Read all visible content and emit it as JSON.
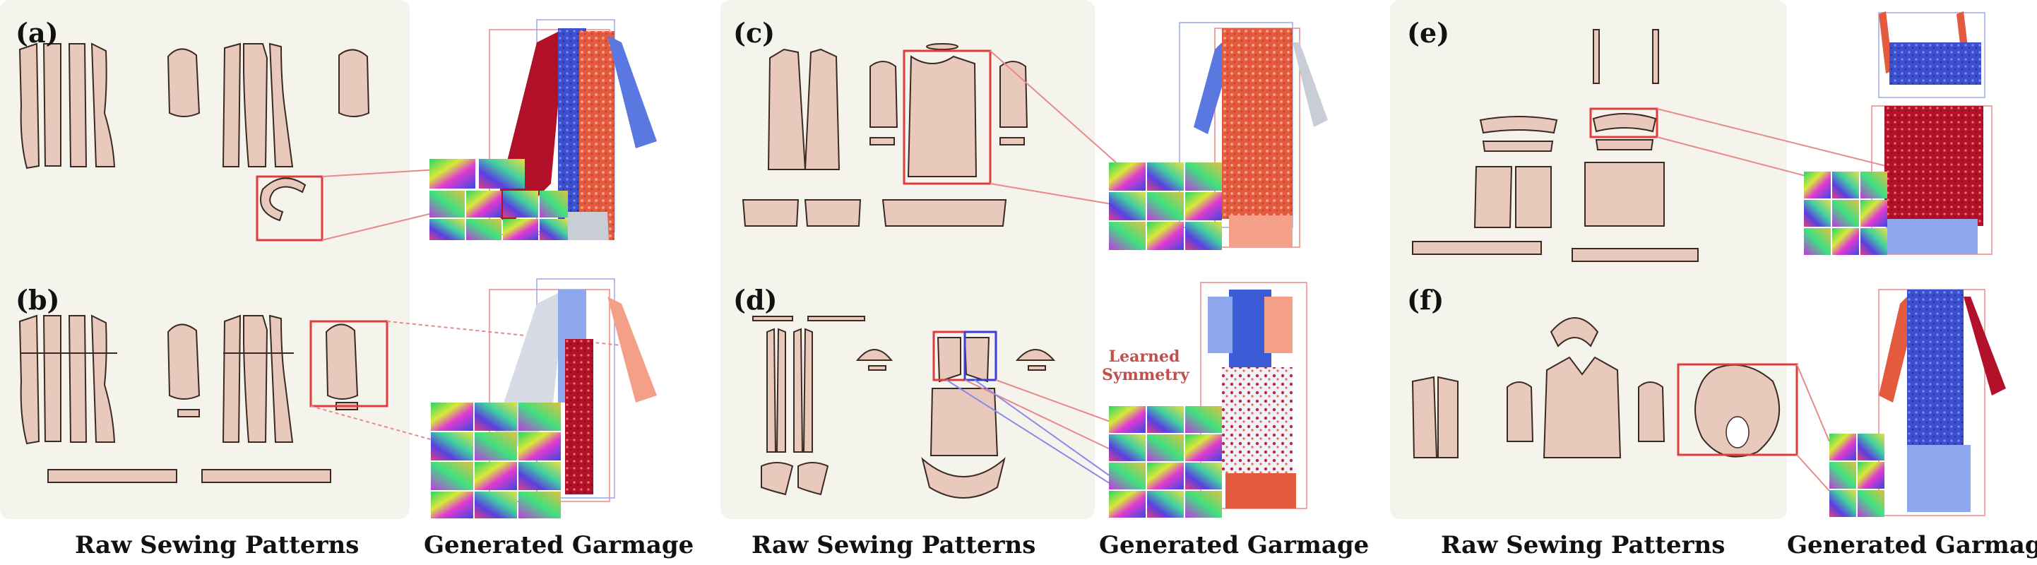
{
  "panels": [
    {
      "label": "(a)"
    },
    {
      "label": "(b)"
    },
    {
      "label": "(c)"
    },
    {
      "label": "(d)"
    },
    {
      "label": "(e)"
    },
    {
      "label": "(f)"
    }
  ],
  "captions": {
    "raw_1": "Raw Sewing Patterns",
    "gen_1": "Generated Garmage",
    "raw_2": "Raw Sewing Patterns",
    "gen_2": "Generated Garmage",
    "raw_3": "Raw Sewing Patterns",
    "gen_3": "Generated Garmage"
  },
  "annotation": {
    "line1": "Learned",
    "line2": "Symmetry"
  },
  "colors": {
    "panel_bg": "#f4f3ec",
    "piece_fill": "#e8c9bb",
    "piece_stroke": "#3a2a22",
    "highlight_red": "#e03c3c",
    "highlight_blue": "#3d3dd6",
    "garment_dark_red": "#b3102a",
    "garment_orange": "#ec6a4c",
    "garment_blue": "#3c5bd6",
    "garment_light_blue": "#8fa7ee",
    "garment_grey": "#c9cdd6"
  }
}
